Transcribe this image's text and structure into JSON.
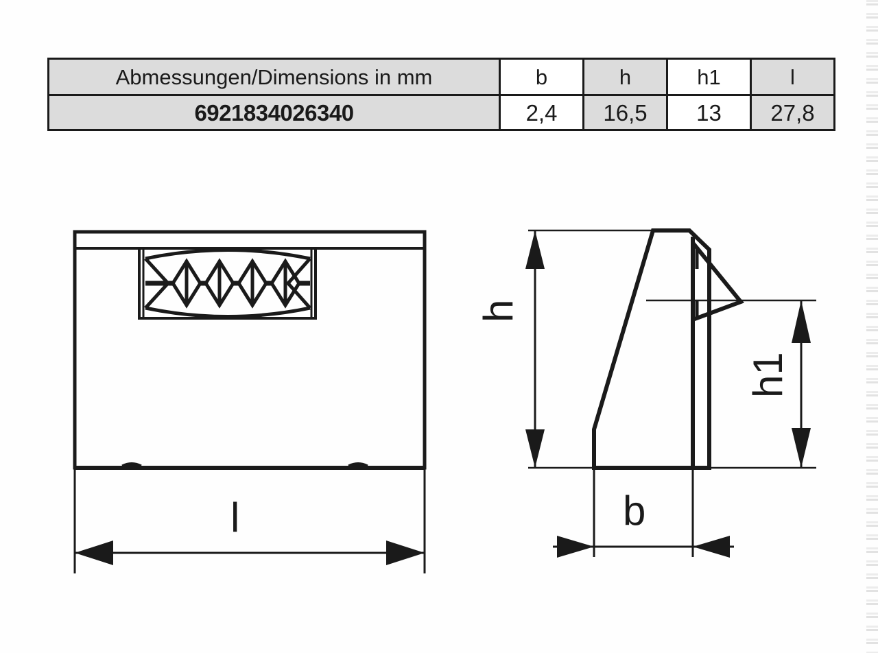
{
  "table": {
    "header": {
      "name_label": "Abmessungen/Dimensions in mm",
      "columns": [
        "b",
        "h",
        "h1",
        "l"
      ]
    },
    "rows": [
      {
        "part_number": "6921834026340",
        "values": [
          "2,4",
          "16,5",
          "13",
          "27,8"
        ]
      }
    ]
  },
  "drawing": {
    "front_view": {
      "dimension_labels": [
        "l"
      ]
    },
    "side_view": {
      "dimension_labels": [
        "h",
        "h1",
        "b"
      ]
    },
    "labels": {
      "h": "h",
      "h1": "h1",
      "b": "b",
      "l": "l"
    }
  },
  "colors": {
    "line": "#1a1a1a",
    "table_gray": "#dcdcdc",
    "table_white": "#ffffff",
    "background": "#fefefe"
  }
}
